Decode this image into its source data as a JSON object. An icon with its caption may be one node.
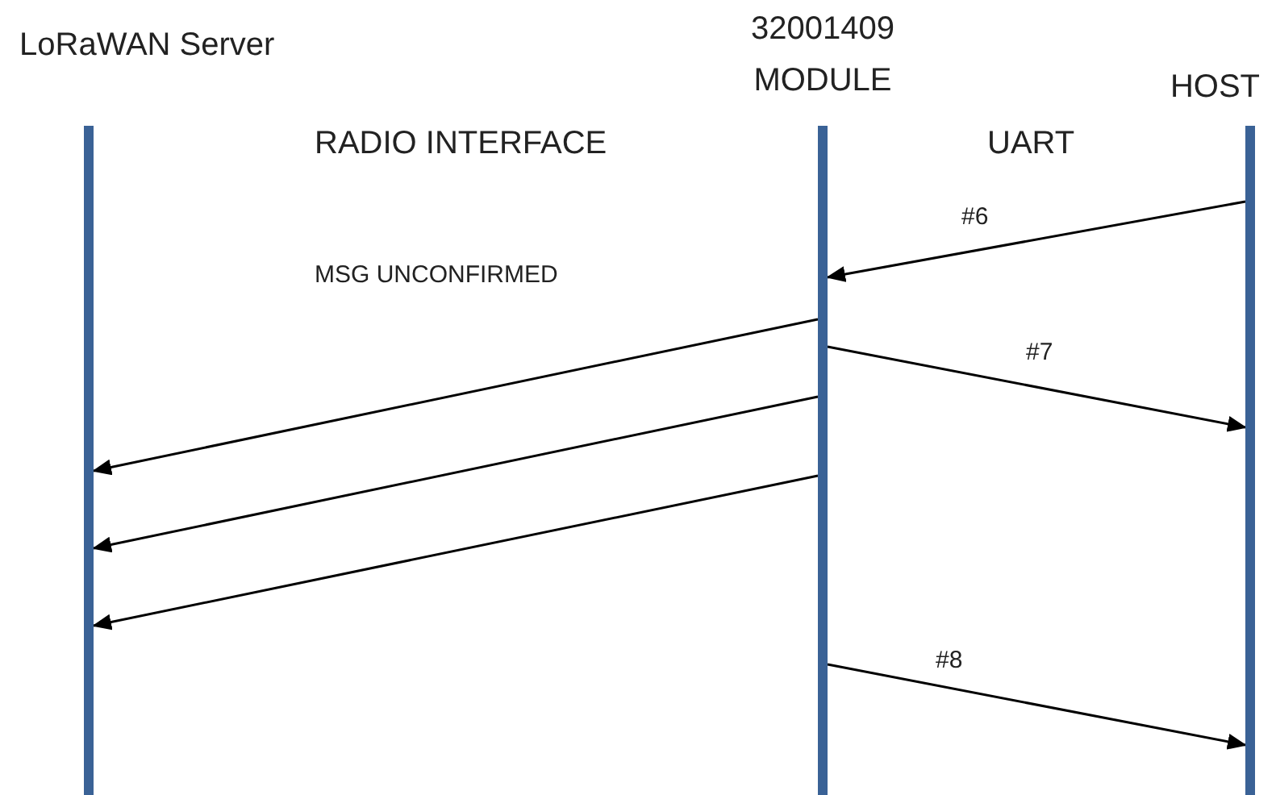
{
  "diagram": {
    "nodes": [
      {
        "text": [
          "LoRaWAN Server"
        ]
      },
      {
        "text": [
          "32001409 MODULE"
        ]
      },
      {
        "text": [
          "HOST"
        ]
      }
    ],
    "edges": [
      {
        "from": 2,
        "to": 1,
        "arrow": "to",
        "label": "#6"
      },
      {
        "from": 1,
        "to": 2,
        "arrow": "to",
        "label": "#7"
      },
      {
        "from": 1,
        "to": 0,
        "arrow": "to"
      },
      {
        "from": 1,
        "to": 0,
        "arrow": "to"
      },
      {
        "from": 1,
        "to": 0,
        "arrow": "to"
      },
      {
        "from": 1,
        "to": 2,
        "arrow": "to",
        "label": "#8"
      }
    ],
    "labels": [
      "RADIO INTERFACE",
      "UART",
      "MSG UNCONFIRMED"
    ]
  }
}
